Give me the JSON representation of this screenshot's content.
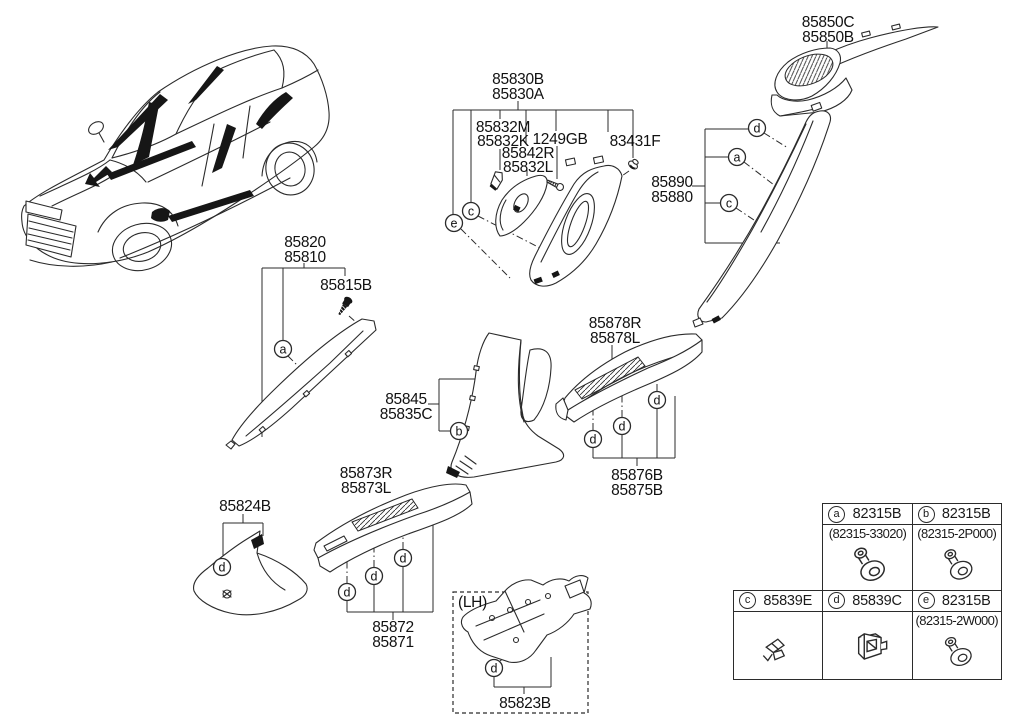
{
  "diagram_title": "Interior side trim parts diagram",
  "parts": {
    "p85820": {
      "line1": "85820",
      "line2": "85810"
    },
    "p85815B": {
      "line1": "85815B"
    },
    "p85830": {
      "line1": "85830B",
      "line2": "85830A"
    },
    "p85832MK": {
      "line1": "85832M",
      "line2": "85832K"
    },
    "p85842R": {
      "line1": "85842R",
      "line2": "85832L"
    },
    "p1249GB": {
      "line1": "1249GB"
    },
    "p83431F": {
      "line1": "83431F"
    },
    "p85850": {
      "line1": "85850C",
      "line2": "85850B"
    },
    "p85890": {
      "line1": "85890",
      "line2": "85880"
    },
    "p85845": {
      "line1": "85845",
      "line2": "85835C"
    },
    "p85878": {
      "line1": "85878R",
      "line2": "85878L"
    },
    "p85876": {
      "line1": "85876B",
      "line2": "85875B"
    },
    "p85824B": {
      "line1": "85824B"
    },
    "p85873": {
      "line1": "85873R",
      "line2": "85873L"
    },
    "p85872": {
      "line1": "85872",
      "line2": "85871"
    },
    "pLH": {
      "line1": "(LH)"
    },
    "p85823B": {
      "line1": "85823B"
    }
  },
  "callouts": {
    "a": "a",
    "b": "b",
    "c": "c",
    "d": "d",
    "e": "e"
  },
  "legend": {
    "cells": [
      {
        "letter": "a",
        "code": "82315B",
        "sub": "(82315-33020)",
        "icon": "push-clip-icon"
      },
      {
        "letter": "b",
        "code": "82315B",
        "sub": "(82315-2P000)",
        "icon": "push-clip-icon"
      },
      {
        "letter": "c",
        "code": "85839E",
        "sub": "",
        "icon": "trim-clip-icon"
      },
      {
        "letter": "d",
        "code": "85839C",
        "sub": "",
        "icon": "box-clip-icon"
      },
      {
        "letter": "e",
        "code": "82315B",
        "sub": "(82315-2W000)",
        "icon": "push-clip-icon"
      }
    ]
  },
  "colors": {
    "line": "#2b2b2b",
    "fill_black": "#161616",
    "background": "#ffffff"
  }
}
